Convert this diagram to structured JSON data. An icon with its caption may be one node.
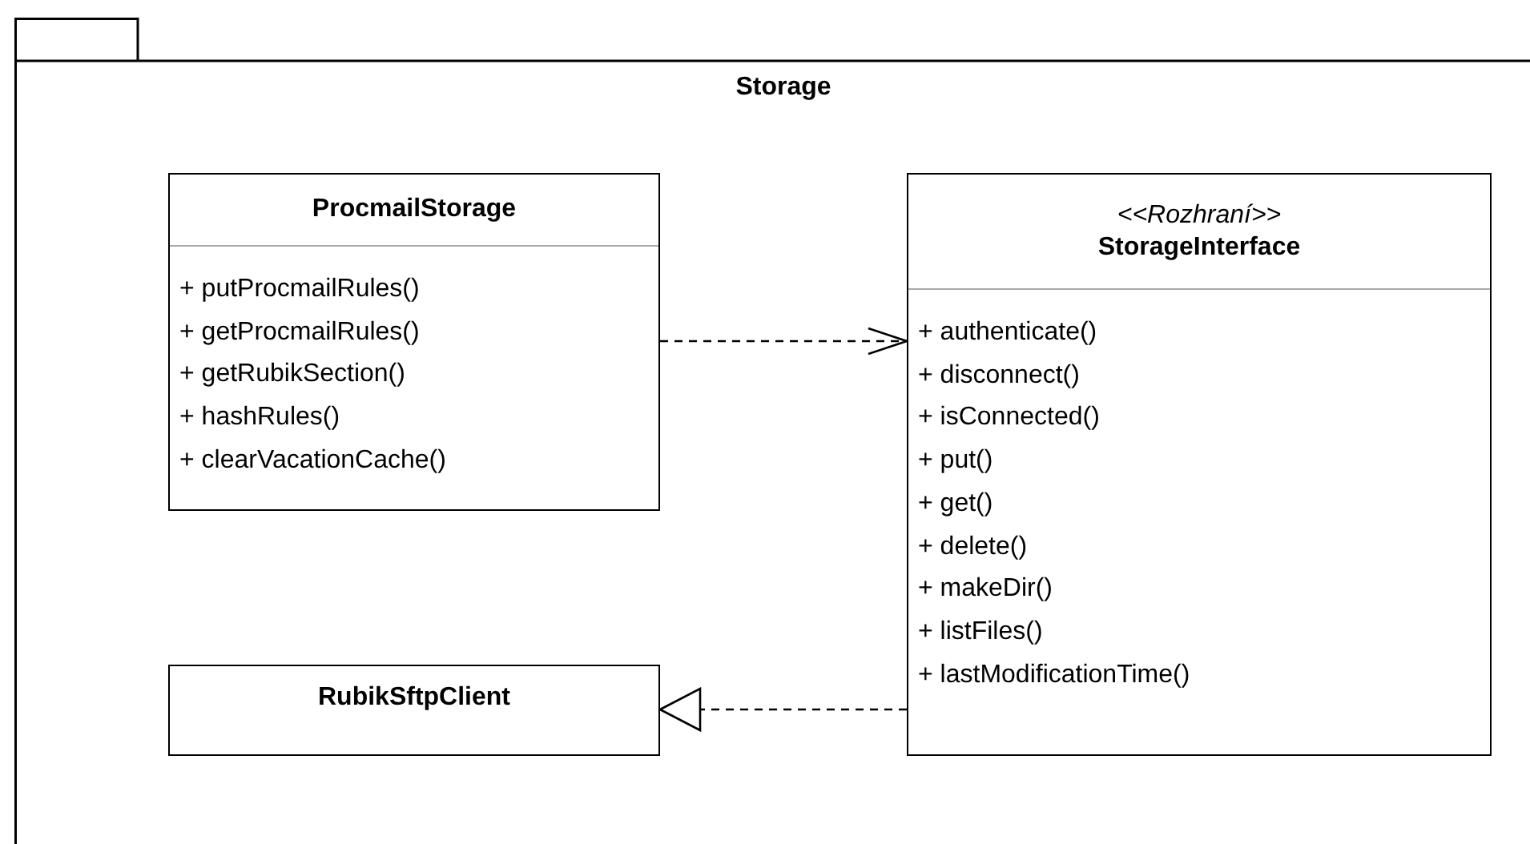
{
  "diagram": {
    "nodes": [
      {
        "text": [
          "Storage"
        ]
      },
      {
        "text": [
          "ProcmailStorage",
          "+ putProcmailRules()",
          "+ getProcmailRules()",
          "+ getRubikSection()",
          "+ hashRules()",
          "+ clearVacationCache()"
        ],
        "in": 0
      },
      {
        "text": [
          "<<Rozhraní>>",
          "StorageInterface",
          "+ authenticate()",
          "+ disconnect()",
          "+ isConnected()",
          "+ put()",
          "+ get()",
          "+ delete()",
          "+ makeDir()",
          "+ listFiles()",
          "+ lastModificationTime()"
        ],
        "in": 0
      },
      {
        "text": [
          "RubikSftpClient"
        ],
        "in": 0
      }
    ],
    "edges": [
      {
        "from": 1,
        "to": 2,
        "arrow": "to",
        "style": "dashed"
      },
      {
        "from": 2,
        "to": 3,
        "arrow": "to",
        "style": "dashed"
      }
    ]
  }
}
